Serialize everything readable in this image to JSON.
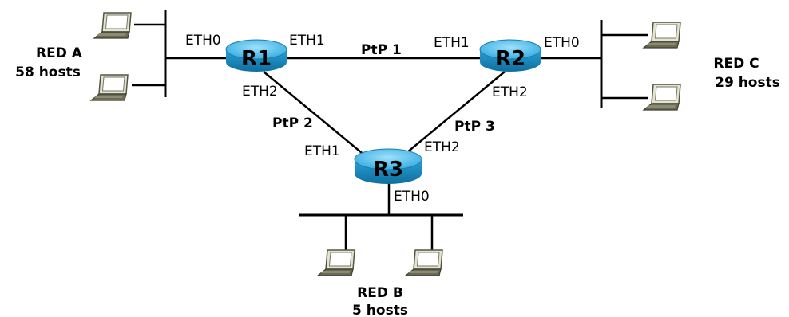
{
  "routers": {
    "r1": {
      "name": "R1"
    },
    "r2": {
      "name": "R2"
    },
    "r3": {
      "name": "R3"
    }
  },
  "interfaces": {
    "r1_eth0": "ETH0",
    "r1_eth1": "ETH1",
    "r1_eth2": "ETH2",
    "r2_eth1": "ETH1",
    "r2_eth0": "ETH0",
    "r2_eth2": "ETH2",
    "r3_eth1": "ETH1",
    "r3_eth2": "ETH2",
    "r3_eth0": "ETH0"
  },
  "links": {
    "ptp1": "PtP 1",
    "ptp2": "PtP 2",
    "ptp3": "PtP 3"
  },
  "networks": {
    "red_a": {
      "name": "RED A",
      "hosts": "58 hosts"
    },
    "red_b": {
      "name": "RED B",
      "hosts": "5 hosts"
    },
    "red_c": {
      "name": "RED C",
      "hosts": "29 hosts"
    }
  },
  "colors": {
    "router_top": "#4db8e8",
    "router_side": "#1f8fc4",
    "laptop_body": "#e8e8d8",
    "laptop_screen": "#ffffff",
    "laptop_base": "#5a5a48"
  }
}
